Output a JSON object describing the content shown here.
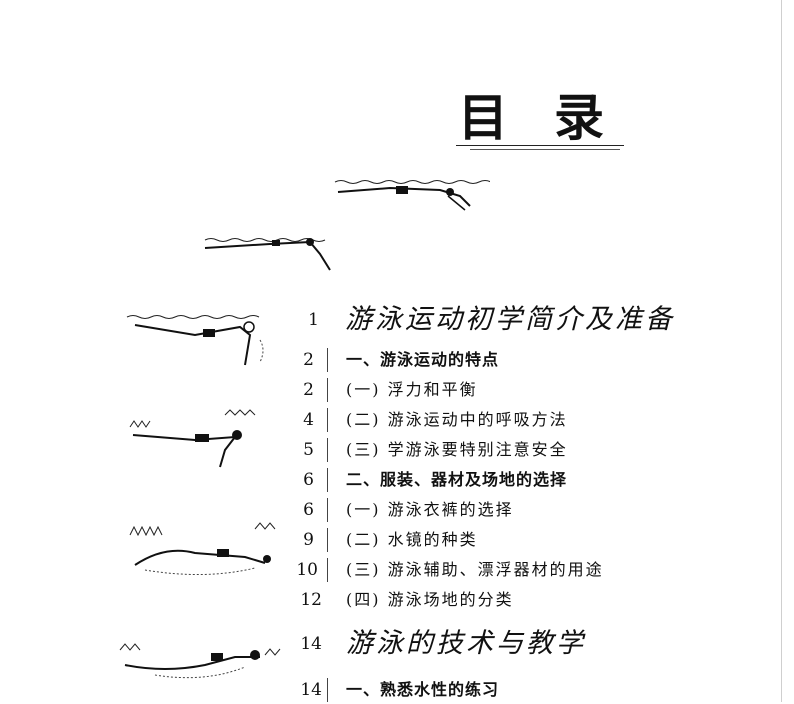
{
  "title": {
    "char1": "目",
    "char2": "录"
  },
  "toc": [
    {
      "page": "1",
      "text": "游泳运动初学简介及准备",
      "level": "chapter"
    },
    {
      "page": "2",
      "text": "一、游泳运动的特点",
      "level": "section"
    },
    {
      "page": "2",
      "text": "(一) 浮力和平衡",
      "level": "sub"
    },
    {
      "page": "4",
      "text": "(二) 游泳运动中的呼吸方法",
      "level": "sub"
    },
    {
      "page": "5",
      "text": "(三) 学游泳要特别注意安全",
      "level": "sub"
    },
    {
      "page": "6",
      "text": "二、服装、器材及场地的选择",
      "level": "section"
    },
    {
      "page": "6",
      "text": "(一) 游泳衣裤的选择",
      "level": "sub"
    },
    {
      "page": "9",
      "text": "(二) 水镜的种类",
      "level": "sub"
    },
    {
      "page": "10",
      "text": "(三) 游泳辅助、漂浮器材的用途",
      "level": "sub"
    },
    {
      "page": "12",
      "text": "(四) 游泳场地的分类",
      "level": "sub"
    },
    {
      "page": "14",
      "text": "游泳的技术与教学",
      "level": "chapter"
    },
    {
      "page": "14",
      "text": "一、熟悉水性的练习",
      "level": "section"
    }
  ],
  "icons": [
    "swimmer-dive-icon",
    "swimmer-glide-icon",
    "swimmer-stroke-icon"
  ]
}
